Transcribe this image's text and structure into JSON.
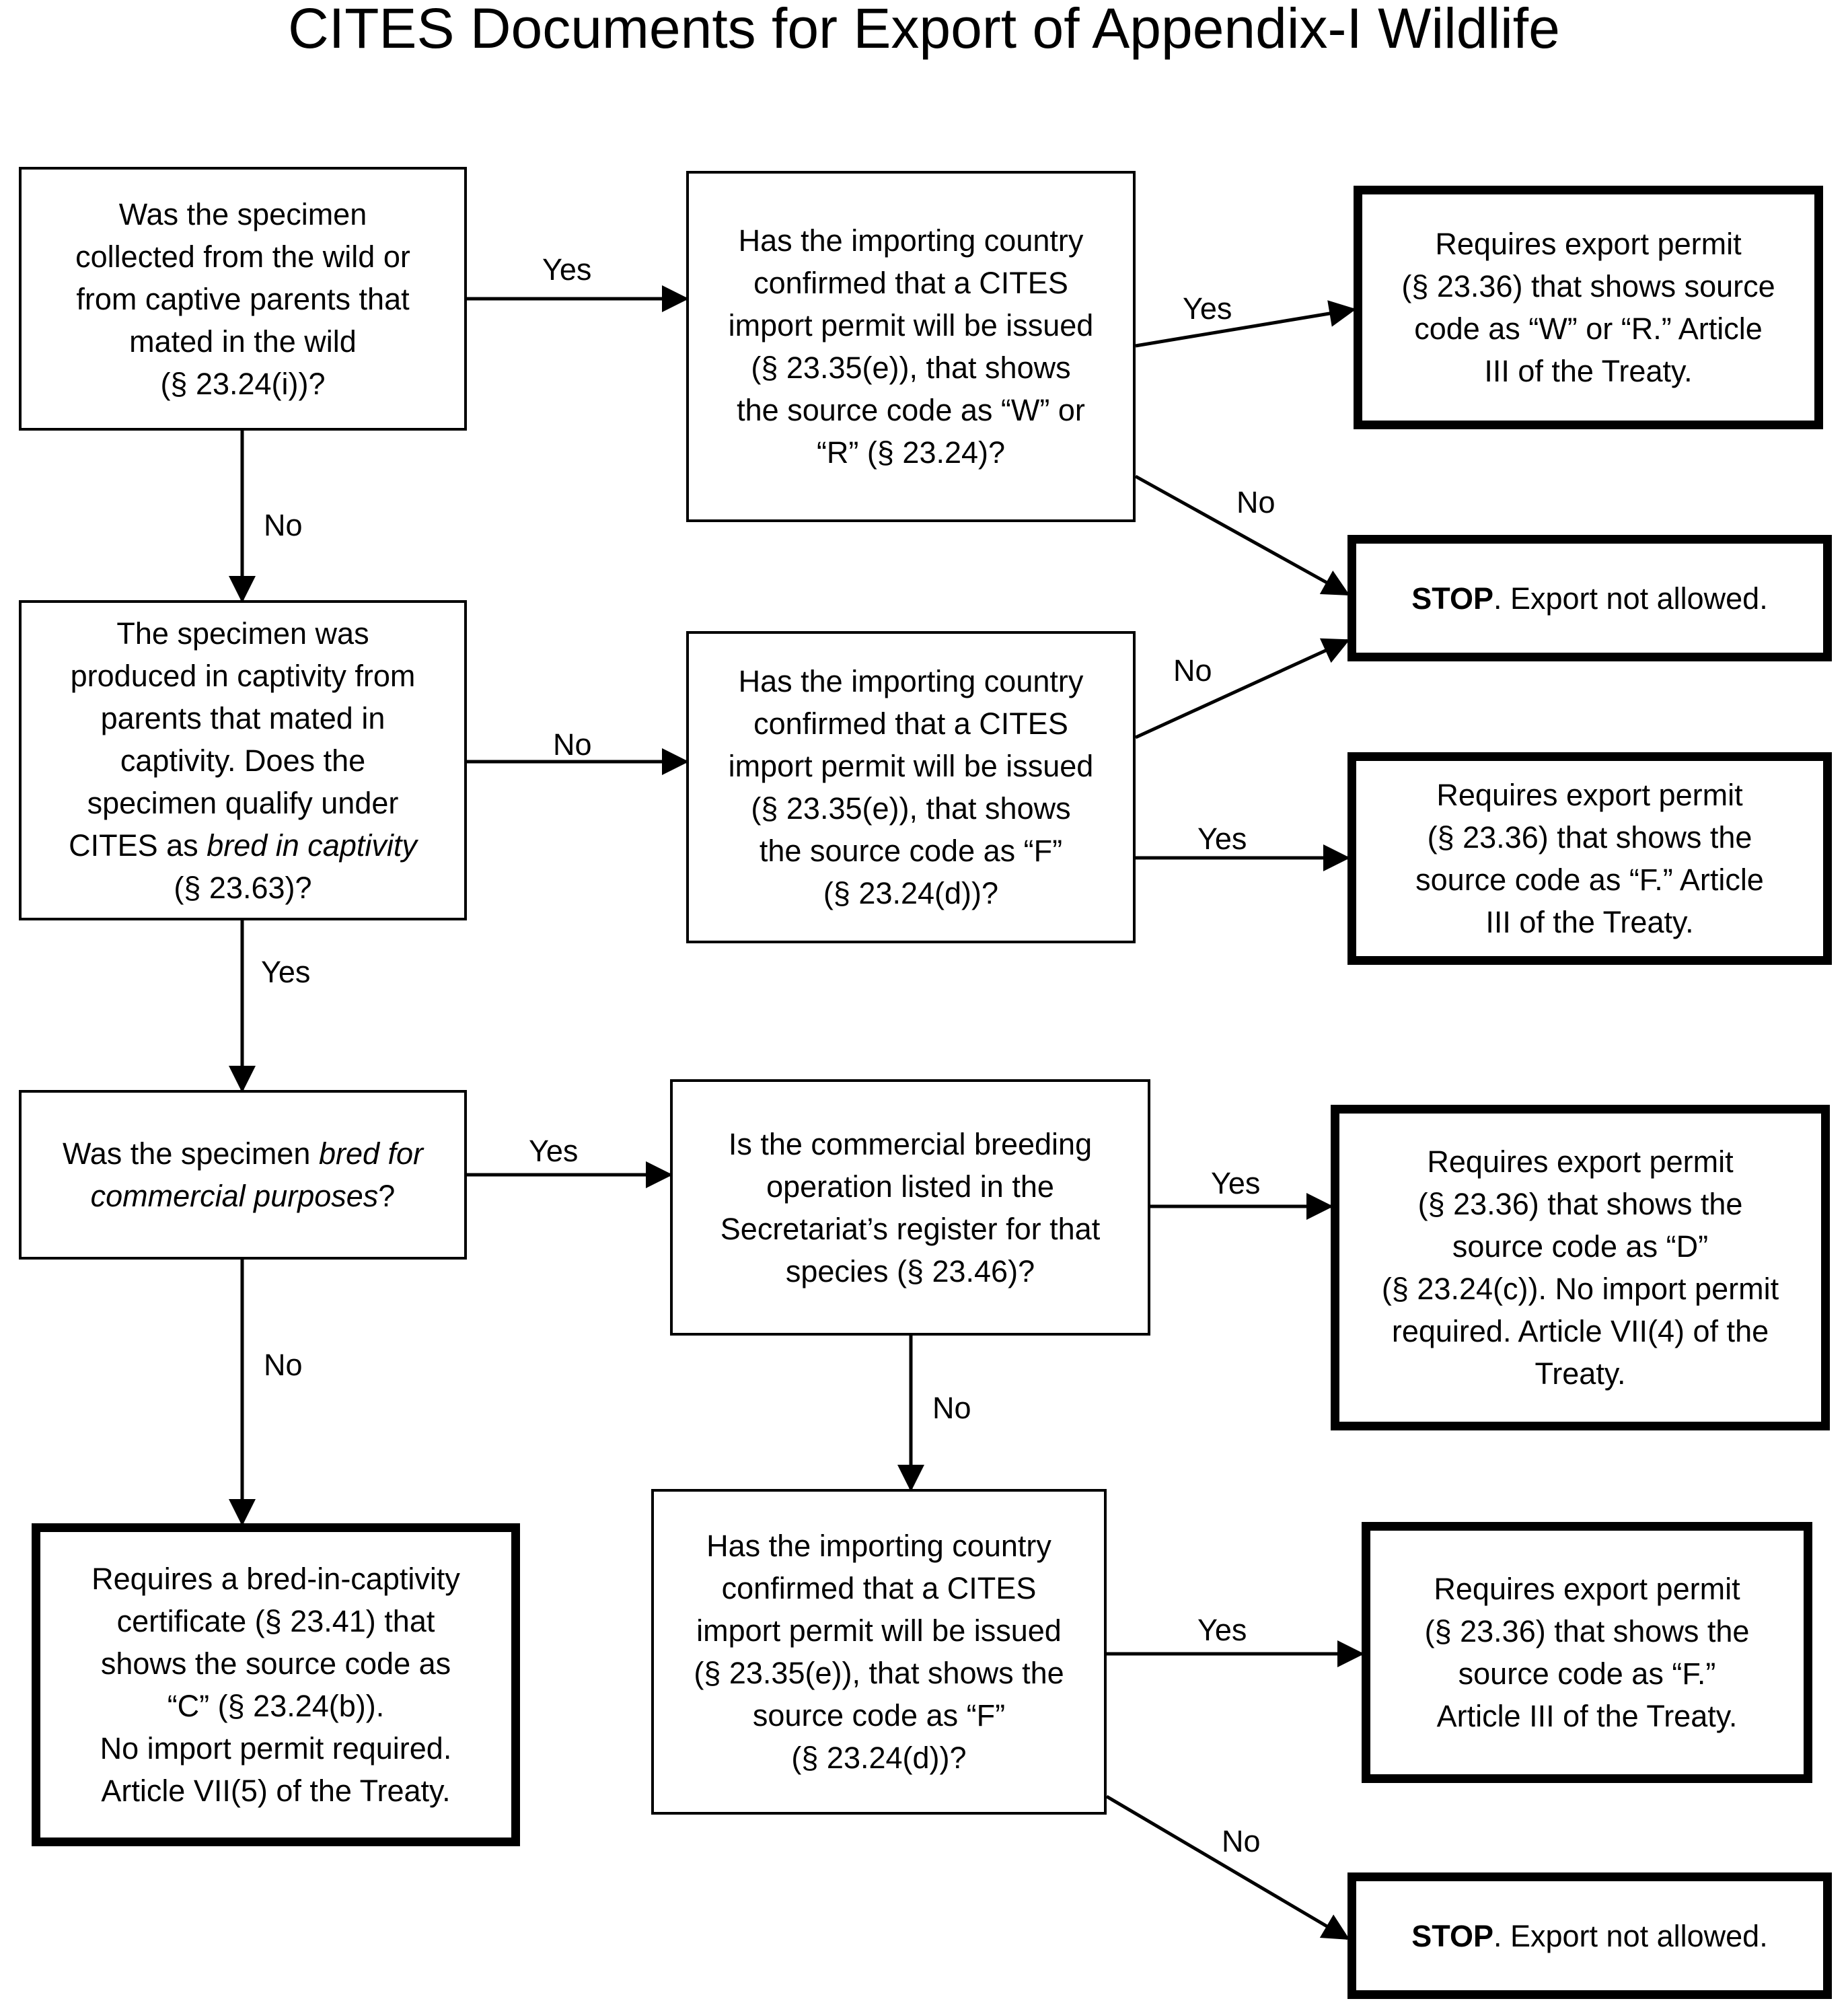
{
  "title": "CITES Documents for Export of Appendix-I Wildlife",
  "nodes": {
    "q_wild": {
      "line1": "Was the specimen",
      "line2": "collected from the wild or",
      "line3": "from captive parents that",
      "line4": "mated in the wild",
      "line5": "(§ 23.24(i))?"
    },
    "q_import_wr": {
      "line1": "Has the importing country",
      "line2": "confirmed that a CITES",
      "line3": "import permit will be issued",
      "line4": "(§ 23.35(e)), that shows",
      "line5": "the source code as “W” or",
      "line6": "“R” (§ 23.24)?"
    },
    "r_permit_wr": {
      "line1": "Requires export permit",
      "line2": "(§ 23.36) that shows source",
      "line3": "code as “W” or “R.”  Article",
      "line4": "III of the Treaty."
    },
    "stop_1": {
      "bold": "STOP",
      "rest": ".  Export not allowed."
    },
    "q_captive": {
      "line1": "The specimen was",
      "line2": "produced in captivity from",
      "line3": "parents that mated in",
      "line4": "captivity.  Does the",
      "line5": "specimen qualify under",
      "line6_pre": "CITES as ",
      "line6_em": "bred in captivity",
      "line7": "(§ 23.63)?"
    },
    "q_import_f1": {
      "line1": "Has the importing country",
      "line2": "confirmed that a CITES",
      "line3": "import permit will be issued",
      "line4": "(§ 23.35(e)), that shows",
      "line5": "the source code as “F”",
      "line6": "(§ 23.24(d))?"
    },
    "r_permit_f1": {
      "line1": "Requires export permit",
      "line2": "(§ 23.36) that shows the",
      "line3": "source code as “F.”   Article",
      "line4": "III of the Treaty."
    },
    "q_commercial": {
      "line1_pre": "Was the specimen ",
      "line1_em": "bred for",
      "line2_em": "commercial purposes",
      "line2_post": "?"
    },
    "q_register": {
      "line1": "Is the commercial breeding",
      "line2": "operation listed in the",
      "line3": "Secretariat’s register for that",
      "line4": "species (§ 23.46)?"
    },
    "r_permit_d": {
      "line1": "Requires export permit",
      "line2": "(§ 23.36) that shows the",
      "line3": "source code as “D”",
      "line4": "(§ 23.24(c)).  No import permit",
      "line5": "required.  Article VII(4) of the",
      "line6": "Treaty."
    },
    "r_certificate_c": {
      "line1": "Requires a bred-in-captivity",
      "line2": "certificate (§ 23.41) that",
      "line3": "shows the source code as",
      "line4": "“C” (§ 23.24(b)).",
      "line5": "No import permit required.",
      "line6": "Article VII(5) of the Treaty."
    },
    "q_import_f2": {
      "line1": "Has the importing country",
      "line2": "confirmed that a CITES",
      "line3": "import permit will be issued",
      "line4": "(§ 23.35(e)), that shows the",
      "line5": "source code as “F”",
      "line6": "(§ 23.24(d))?"
    },
    "r_permit_f2": {
      "line1": "Requires export permit",
      "line2": "(§ 23.36) that shows the",
      "line3": "source code as “F.”",
      "line4": "Article III of the Treaty."
    },
    "stop_2": {
      "bold": "STOP",
      "rest": ".  Export not allowed."
    }
  },
  "edge_labels": {
    "wild_yes": "Yes",
    "wild_no": "No",
    "import_wr_yes": "Yes",
    "import_wr_no": "No",
    "captive_no": "No",
    "captive_yes": "Yes",
    "import_f1_no": "No",
    "import_f1_yes": "Yes",
    "commercial_yes": "Yes",
    "commercial_no": "No",
    "register_yes": "Yes",
    "register_no": "No",
    "import_f2_yes": "Yes",
    "import_f2_no": "No"
  }
}
